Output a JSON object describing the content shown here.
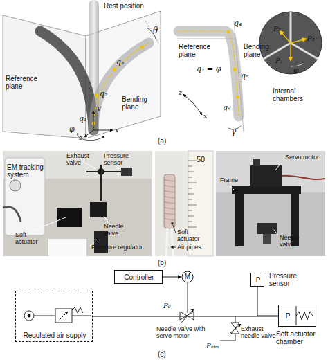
{
  "diagram": {
    "nodes": [
      {
        "text": [
          "Controller"
        ]
      },
      {
        "text": [
          "M"
        ]
      },
      {
        "text": [
          "Regulated air supply"
        ]
      },
      {
        "text": [
          "P",
          "Pressure sensor"
        ]
      },
      {
        "text": [
          "P",
          "Soft actuator chamber"
        ]
      }
    ],
    "edges": [
      {
        "from": 0,
        "to": 1,
        "arrow": "to"
      },
      {
        "from": 2,
        "to": 4,
        "arrow": "none"
      },
      {
        "from": 3,
        "to": 4,
        "arrow": "none"
      }
    ],
    "labels": [
      "Rest position",
      "θ",
      "Reference plane",
      "q₃",
      "q₂",
      "Bending plane",
      "y",
      "q₁",
      "φ",
      "z",
      "x",
      "q₄",
      "Reference plane",
      "Bending plane",
      "q₇ = φ",
      "q₅",
      "q₆",
      "z",
      "x",
      "γ",
      "P₃",
      "P₂",
      "P₁",
      "φ",
      "Internal chambers",
      "(a)",
      "EM tracking system",
      "Pressure sensor",
      "Exhaust valve",
      "Soft actuator",
      "Needle valve",
      "Pressure regulator",
      "50",
      "Soft actuator",
      "Air pipes",
      "Servo motor",
      "Frame",
      "Needle valve",
      "(b)",
      "P₀",
      "Needle valve with servo motor",
      "Pₐₜₘ",
      "Exhaust needle valve",
      "(c)"
    ]
  }
}
